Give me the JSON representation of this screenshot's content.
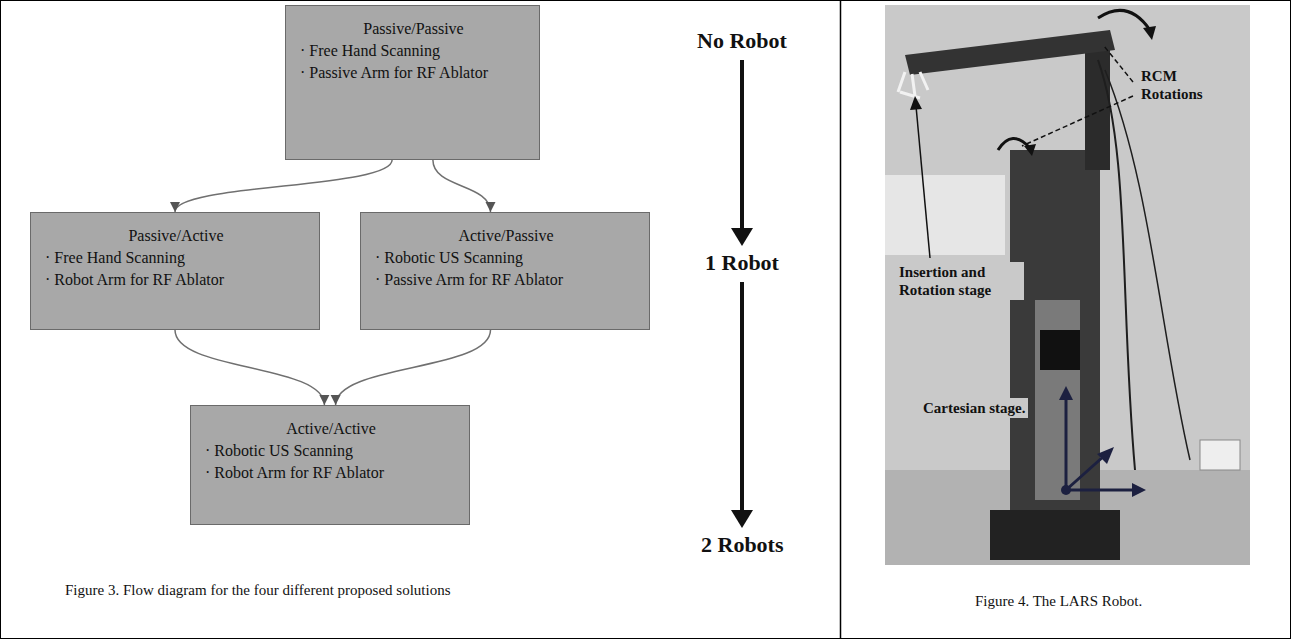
{
  "diagram": {
    "caption": "Figure 3. Flow diagram for the four different proposed solutions",
    "nodes": [
      {
        "text": [
          "Passive/Passive",
          "· Free Hand Scanning",
          "· Passive Arm for RF Ablator"
        ]
      },
      {
        "text": [
          "Passive/Active",
          "· Free Hand Scanning",
          "· Robot Arm for RF Ablator"
        ]
      },
      {
        "text": [
          "Active/Passive",
          "· Robotic US Scanning",
          "· Passive Arm for RF Ablator"
        ]
      },
      {
        "text": [
          "Active/Active",
          "· Robotic US Scanning",
          "· Robot Arm for RF Ablator"
        ]
      }
    ],
    "edges": [
      {
        "from": 0,
        "to": 1,
        "arrow": "to"
      },
      {
        "from": 0,
        "to": 2,
        "arrow": "to"
      },
      {
        "from": 1,
        "to": 3,
        "arrow": "to"
      },
      {
        "from": 2,
        "to": 3,
        "arrow": "to"
      }
    ],
    "labels": [
      "No Robot",
      "1 Robot",
      "2 Robots",
      "RCM Rotations",
      "Insertion and Rotation stage",
      "Cartesian stage.",
      "Figure 4. The LARS Robot."
    ]
  }
}
